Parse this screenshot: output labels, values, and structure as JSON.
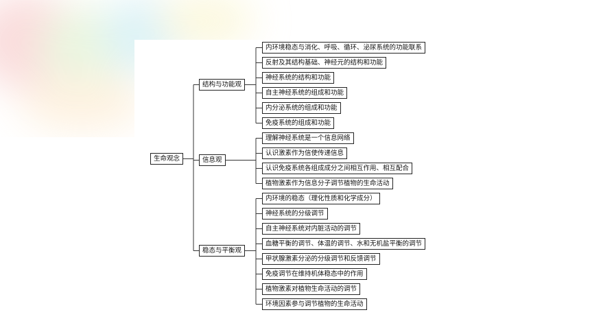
{
  "diagram": {
    "root": "生命观念",
    "categories": [
      {
        "label": "结构与功能观",
        "items": [
          "内环境稳态与消化、呼吸、循环、泌尿系统的功能联系",
          "反射及其结构基础、神经元的结构和功能",
          "神经系统的结构和功能",
          "自主神经系统的组成和功能",
          "内分泌系统的组成和功能",
          "免疫系统的组成和功能"
        ]
      },
      {
        "label": "信息观",
        "items": [
          "理解神经系统是一个信息网络",
          "认识激素作为信使传递信息",
          "认识免疫系统各组成成分之间相互作用、相互配合",
          "植物激素作为信息分子调节植物的生命活动"
        ]
      },
      {
        "label": "稳态与平衡观",
        "items": [
          "内环境的稳态（理化性质和化学成分）",
          "神经系统的分级调节",
          "自主神经系统对内脏活动的调节",
          "血糖平衡的调节、体温的调节、水和无机盐平衡的调节",
          "甲状腺激素分泌的分级调节和反馈调节",
          "免疫调节在维持机体稳态中的作用",
          "植物激素对植物生命活动的调节",
          "环境因素参与调节植物的生命活动"
        ]
      }
    ]
  }
}
